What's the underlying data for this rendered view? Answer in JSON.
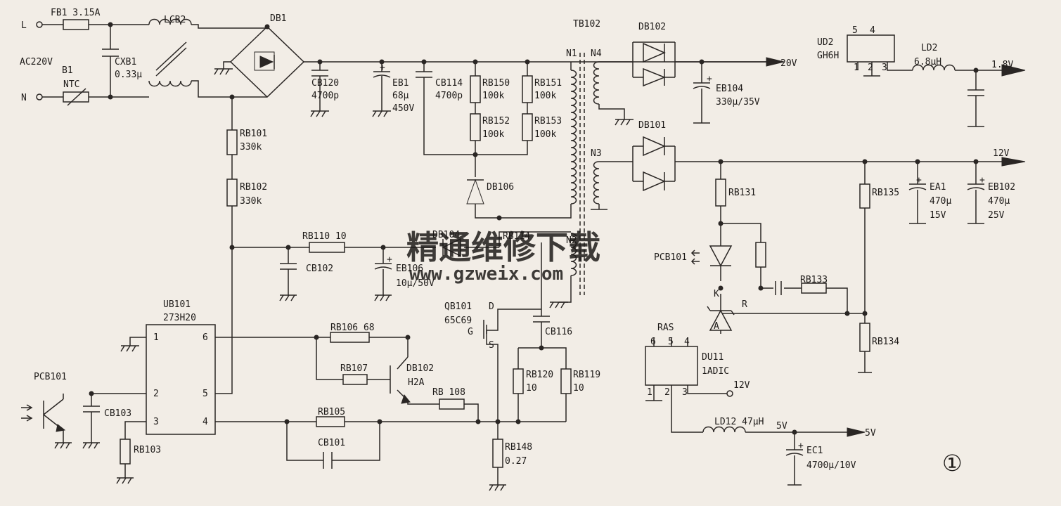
{
  "labels": [
    {
      "id": "L",
      "text": "L"
    },
    {
      "id": "N",
      "text": "N"
    },
    {
      "id": "AC",
      "text": "AC220V"
    },
    {
      "id": "FB1",
      "text": "FB1  3.15A"
    },
    {
      "id": "B1",
      "text": "B1"
    },
    {
      "id": "NTC",
      "text": "NTC"
    },
    {
      "id": "CXB1",
      "text": "CXB1"
    },
    {
      "id": "CXB1v",
      "text": "0.33μ"
    },
    {
      "id": "LCB2",
      "text": "LCB2"
    },
    {
      "id": "DB1",
      "text": "DB1"
    },
    {
      "id": "CB120",
      "text": "CB120"
    },
    {
      "id": "CB120v",
      "text": "4700p"
    },
    {
      "id": "EB1",
      "text": "EB1"
    },
    {
      "id": "EB1v1",
      "text": "68μ"
    },
    {
      "id": "EB1v2",
      "text": "450V"
    },
    {
      "id": "CB114",
      "text": "CB114"
    },
    {
      "id": "CB114v",
      "text": "4700p"
    },
    {
      "id": "RB150",
      "text": "RB150"
    },
    {
      "id": "RB150v",
      "text": "100k"
    },
    {
      "id": "RB151",
      "text": "RB151"
    },
    {
      "id": "RB151v",
      "text": "100k"
    },
    {
      "id": "RB152",
      "text": "RB152"
    },
    {
      "id": "RB152v",
      "text": "100k"
    },
    {
      "id": "RB153",
      "text": "RB153"
    },
    {
      "id": "RB153v",
      "text": "100k"
    },
    {
      "id": "DB106",
      "text": "DB106"
    },
    {
      "id": "TB102",
      "text": "TB102"
    },
    {
      "id": "N1",
      "text": "N1"
    },
    {
      "id": "N2",
      "text": "N2"
    },
    {
      "id": "N3",
      "text": "N3"
    },
    {
      "id": "N4",
      "text": "N4"
    },
    {
      "id": "DB102a",
      "text": "DB102"
    },
    {
      "id": "DB101",
      "text": "DB101"
    },
    {
      "id": "V20",
      "text": "20V"
    },
    {
      "id": "EB104",
      "text": "EB104"
    },
    {
      "id": "EB104v",
      "text": "330μ/35V"
    },
    {
      "id": "UD2",
      "text": "UD2"
    },
    {
      "id": "GH6H",
      "text": "GH6H"
    },
    {
      "id": "UD2p5",
      "text": "5"
    },
    {
      "id": "UD2p4",
      "text": "4"
    },
    {
      "id": "UD2p1",
      "text": "1"
    },
    {
      "id": "UD2p2",
      "text": "2"
    },
    {
      "id": "UD2p3",
      "text": "3"
    },
    {
      "id": "LD2",
      "text": "LD2"
    },
    {
      "id": "LD2v",
      "text": "6.8μH"
    },
    {
      "id": "V18",
      "text": "1.8V"
    },
    {
      "id": "V12",
      "text": "12V"
    },
    {
      "id": "RB131",
      "text": "RB131"
    },
    {
      "id": "RB135",
      "text": "RB135"
    },
    {
      "id": "EA1",
      "text": "EA1"
    },
    {
      "id": "EA1v1",
      "text": "470μ"
    },
    {
      "id": "EA1v2",
      "text": "15V"
    },
    {
      "id": "EB102",
      "text": "EB102"
    },
    {
      "id": "EB102v1",
      "text": "470μ"
    },
    {
      "id": "EB102v2",
      "text": "25V"
    },
    {
      "id": "PCB101r",
      "text": "PCB101"
    },
    {
      "id": "RB133",
      "text": "RB133"
    },
    {
      "id": "K",
      "text": "K"
    },
    {
      "id": "R",
      "text": "R"
    },
    {
      "id": "A",
      "text": "A"
    },
    {
      "id": "RB134",
      "text": "RB134"
    },
    {
      "id": "RB101",
      "text": "RB101"
    },
    {
      "id": "RB101v",
      "text": "330k"
    },
    {
      "id": "RB102",
      "text": "RB102"
    },
    {
      "id": "RB102v",
      "text": "330k"
    },
    {
      "id": "RB110",
      "text": "RB110  10"
    },
    {
      "id": "CB102",
      "text": "CB102"
    },
    {
      "id": "DB104",
      "text": "DB104"
    },
    {
      "id": "EB106",
      "text": "EB106"
    },
    {
      "id": "EB106v",
      "text": "10μ/50V"
    },
    {
      "id": "RB114",
      "text": "RB114"
    },
    {
      "id": "UB101",
      "text": "UB101"
    },
    {
      "id": "UB101v",
      "text": "273H20"
    },
    {
      "id": "u1",
      "text": "1"
    },
    {
      "id": "u2",
      "text": "2"
    },
    {
      "id": "u3",
      "text": "3"
    },
    {
      "id": "u4",
      "text": "4"
    },
    {
      "id": "u5",
      "text": "5"
    },
    {
      "id": "u6",
      "text": "6"
    },
    {
      "id": "QB101",
      "text": "QB101"
    },
    {
      "id": "QB101v",
      "text": "65C69"
    },
    {
      "id": "D",
      "text": "D"
    },
    {
      "id": "G",
      "text": "G"
    },
    {
      "id": "S",
      "text": "S"
    },
    {
      "id": "RB106",
      "text": "RB106  68"
    },
    {
      "id": "RB107",
      "text": "RB107"
    },
    {
      "id": "DB102b",
      "text": "DB102"
    },
    {
      "id": "H2A",
      "text": "H2A"
    },
    {
      "id": "RB108",
      "text": "RB  108"
    },
    {
      "id": "CB116",
      "text": "CB116"
    },
    {
      "id": "RB120",
      "text": "RB120"
    },
    {
      "id": "RB120v",
      "text": "10"
    },
    {
      "id": "RB119",
      "text": "RB119"
    },
    {
      "id": "RB119v",
      "text": "10"
    },
    {
      "id": "PCB101l",
      "text": "PCB101"
    },
    {
      "id": "CB103",
      "text": "CB103"
    },
    {
      "id": "RB103",
      "text": "RB103"
    },
    {
      "id": "RB105",
      "text": "RB105"
    },
    {
      "id": "CB101",
      "text": "CB101"
    },
    {
      "id": "RB148",
      "text": "RB148"
    },
    {
      "id": "RB148v",
      "text": "0.27"
    },
    {
      "id": "RAS",
      "text": "RAS"
    },
    {
      "id": "DU11",
      "text": "DU11"
    },
    {
      "id": "DU11v",
      "text": "1ADIC"
    },
    {
      "id": "d6",
      "text": "6"
    },
    {
      "id": "d5",
      "text": "5"
    },
    {
      "id": "d4",
      "text": "4"
    },
    {
      "id": "d1",
      "text": "1"
    },
    {
      "id": "d2",
      "text": "2"
    },
    {
      "id": "d3",
      "text": "3"
    },
    {
      "id": "V12b",
      "text": "12V"
    },
    {
      "id": "LD12",
      "text": "LD12  47μH"
    },
    {
      "id": "V5a",
      "text": "5V"
    },
    {
      "id": "V5b",
      "text": "5V"
    },
    {
      "id": "EC1",
      "text": "EC1"
    },
    {
      "id": "EC1v",
      "text": "4700μ/10V"
    },
    {
      "id": "plus1",
      "text": "+"
    },
    {
      "id": "plus2",
      "text": "+"
    },
    {
      "id": "plus3",
      "text": "+"
    },
    {
      "id": "plus4",
      "text": "+"
    },
    {
      "id": "plus5",
      "text": "+"
    },
    {
      "id": "plus6",
      "text": "+"
    }
  ],
  "watermark": {
    "line1": "精通维修下载",
    "line2": "www.gzweix.com"
  },
  "figure_number": "①",
  "colors": {
    "ink": "#2a2624",
    "paper": "#f2ede6",
    "watermark": "#f2b98f"
  }
}
